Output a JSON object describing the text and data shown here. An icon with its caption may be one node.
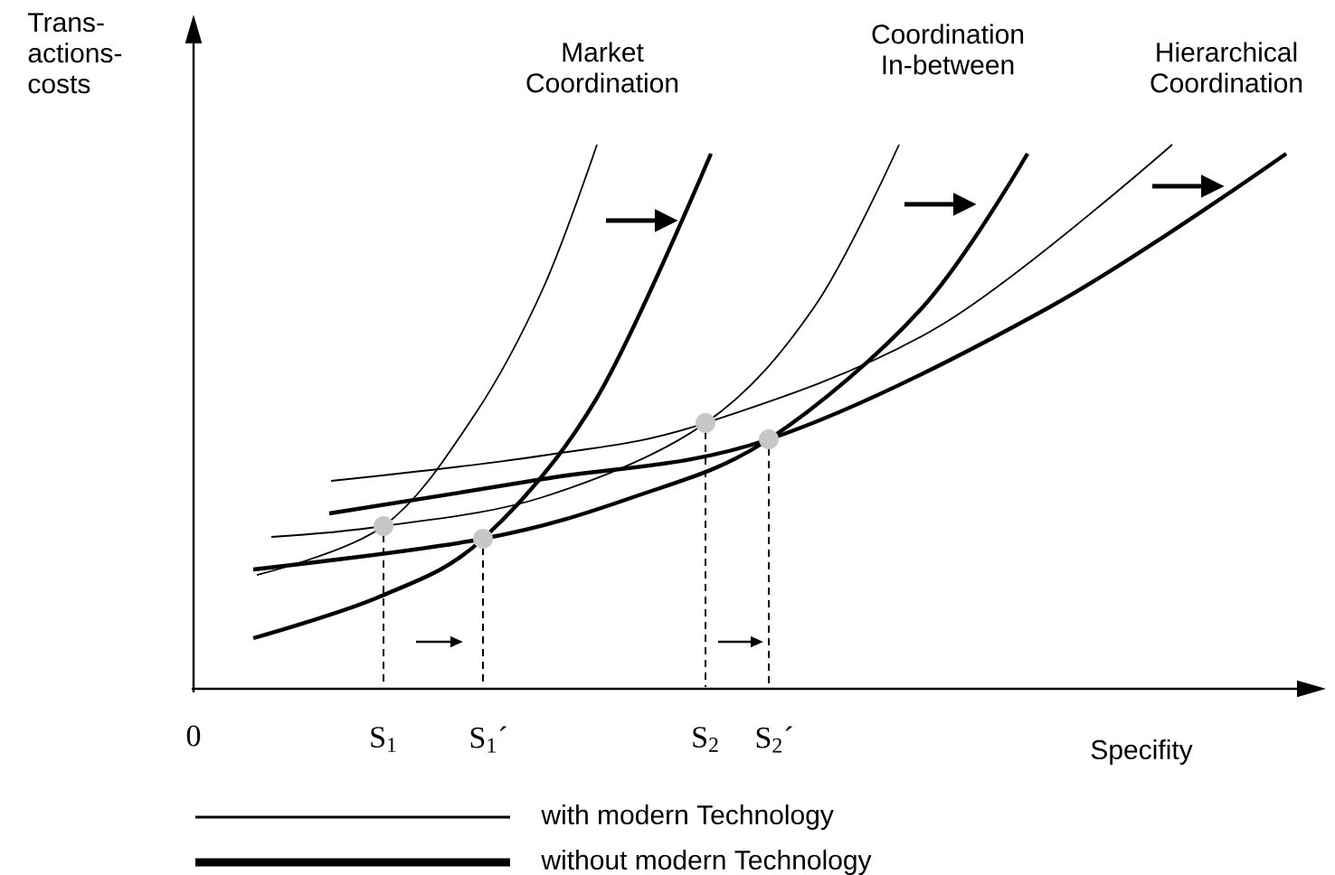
{
  "diagram": {
    "labels": [
      "Trans- actions- costs",
      "Market Coordination",
      "Coordination In-between",
      "Hierarchical Coordination",
      "0",
      "S$_{1}$",
      "S$_{1}$´",
      "S$_{2}$",
      "S$_{2}$´",
      "Specifity"
    ],
    "legend": [
      {
        "text": "with modern Technology"
      },
      {
        "text": "without modern Technology"
      }
    ]
  }
}
